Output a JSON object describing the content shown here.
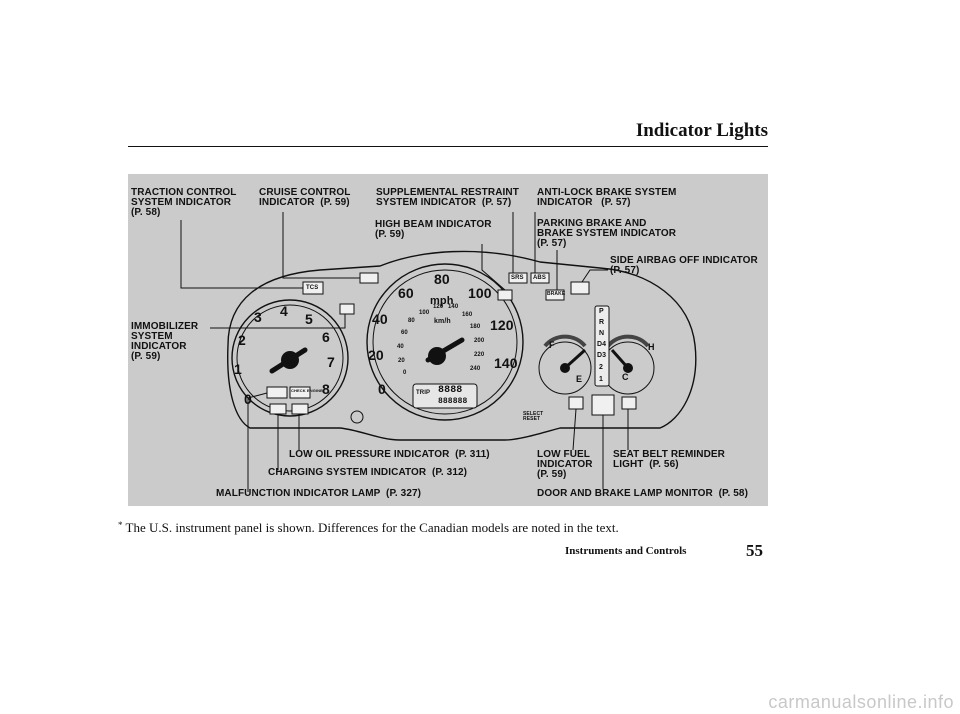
{
  "header": {
    "title": "Indicator Lights"
  },
  "labels": {
    "traction_control": "TRACTION CONTROL\nSYSTEM INDICATOR\n(P. 58)",
    "cruise_control": "CRUISE CONTROL\nINDICATOR  (P. 59)",
    "supplemental_restraint": "SUPPLEMENTAL RESTRAINT\nSYSTEM INDICATOR  (P. 57)",
    "anti_lock": "ANTI-LOCK BRAKE SYSTEM\nINDICATOR   (P. 57)",
    "high_beam": "HIGH BEAM INDICATOR\n(P. 59)",
    "parking_brake": "PARKING BRAKE AND\nBRAKE SYSTEM INDICATOR\n(P. 57)",
    "side_airbag": "SIDE AIRBAG OFF INDICATOR\n(P. 57)",
    "immobilizer": "IMMOBILIZER\nSYSTEM\nINDICATOR\n(P. 59)",
    "low_oil": "LOW OIL PRESSURE INDICATOR  (P. 311)",
    "charging": "CHARGING SYSTEM INDICATOR  (P. 312)",
    "malfunction": "MALFUNCTION INDICATOR LAMP  (P. 327)",
    "low_fuel": "LOW FUEL\nINDICATOR\n(P. 59)",
    "seat_belt": "SEAT BELT REMINDER\nLIGHT  (P. 56)",
    "door_brake": "DOOR AND BRAKE LAMP MONITOR  (P. 58)"
  },
  "cluster": {
    "tach_numbers": [
      "0",
      "1",
      "2",
      "3",
      "4",
      "5",
      "6",
      "7",
      "8"
    ],
    "speed_mph": [
      "0",
      "20",
      "40",
      "60",
      "80",
      "100",
      "120",
      "140"
    ],
    "speed_kmh": [
      "0",
      "20",
      "40",
      "60",
      "80",
      "100",
      "120",
      "140",
      "160",
      "180",
      "200",
      "220",
      "240"
    ],
    "mph_unit": "mph",
    "kmh_unit": "km/h",
    "trip_label": "TRIP",
    "odometer": "888888",
    "trip_digits": "8888",
    "select_reset": "SELECT\nRESET",
    "gears": [
      "P",
      "R",
      "N",
      "D4",
      "D3",
      "2",
      "1"
    ],
    "fuel_f": "F",
    "fuel_e": "E",
    "temp_h": "H",
    "temp_c": "C",
    "tcs": "TCS",
    "srs": "SRS",
    "abs": "ABS",
    "brake": "BRAKE",
    "check_engine": "CHECK ENGINE"
  },
  "footnote": {
    "star": "*",
    "text": "The U.S. instrument panel is shown. Differences for the Canadian models are noted in the text."
  },
  "footer": {
    "section": "Instruments and Controls",
    "page_number": "55"
  },
  "watermark": {
    "text": "carmanualsonline.info"
  }
}
